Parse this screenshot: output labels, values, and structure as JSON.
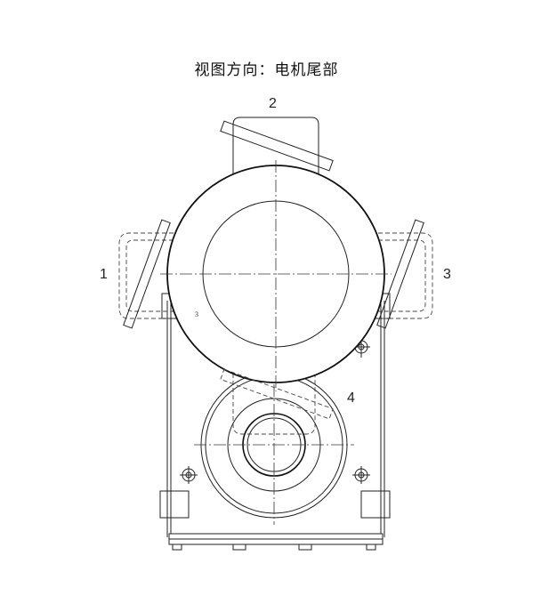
{
  "title": "视图方向：电机尾部",
  "positions": [
    {
      "id": "1",
      "label": "1"
    },
    {
      "id": "2",
      "label": "2"
    },
    {
      "id": "3",
      "label": "3"
    },
    {
      "id": "4",
      "label": "4"
    }
  ],
  "small_mark": "3"
}
